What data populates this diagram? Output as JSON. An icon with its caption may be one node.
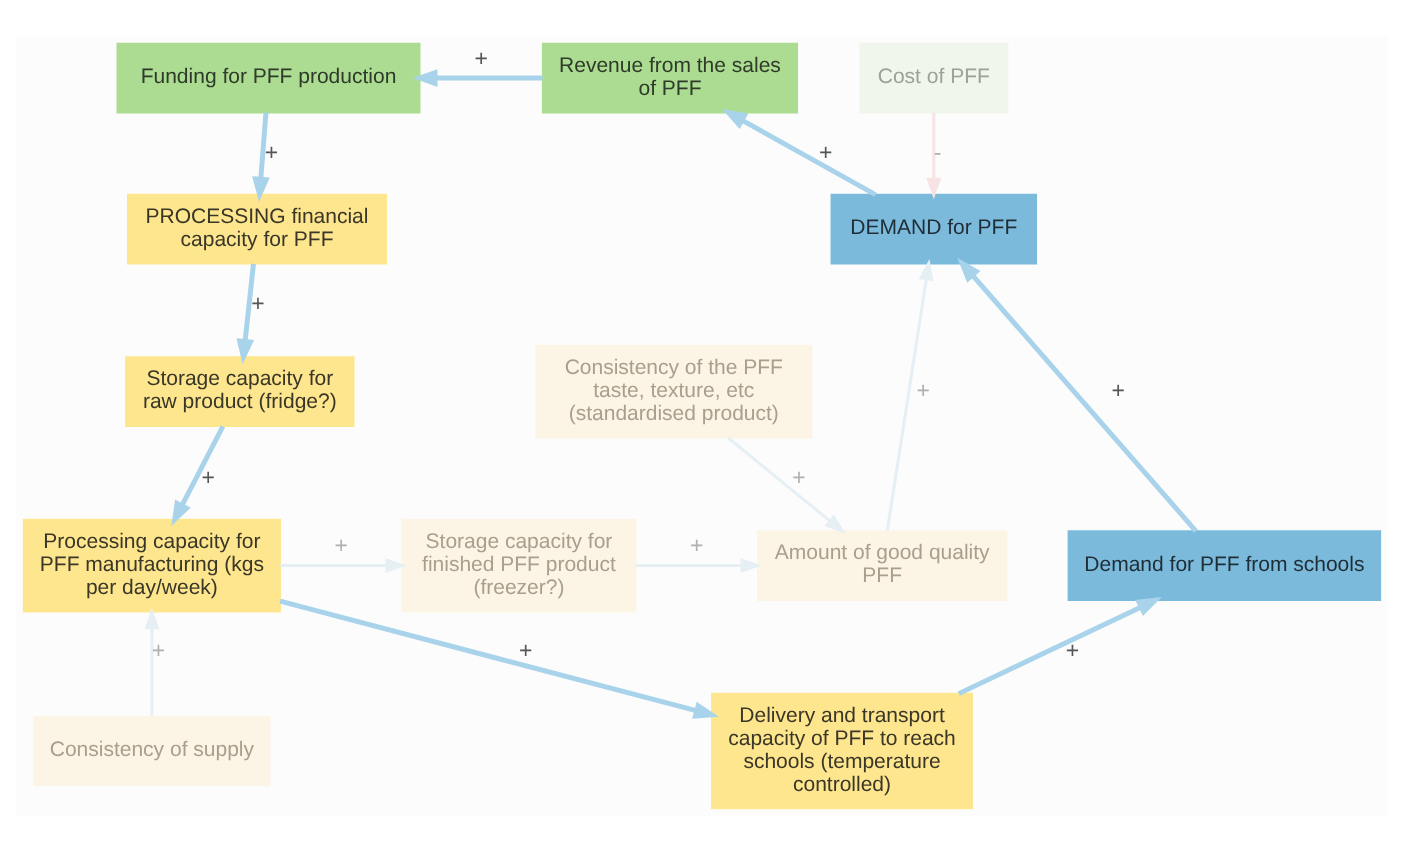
{
  "diagram": {
    "nodes": [
      {
        "text": [
          "Funding for PFF production"
        ]
      },
      {
        "text": [
          "Revenue from the sales of PFF"
        ]
      },
      {
        "text": [
          "Cost of PFF"
        ]
      },
      {
        "text": [
          "PROCESSING financial capacity for PFF"
        ]
      },
      {
        "text": [
          "DEMAND for PFF"
        ]
      },
      {
        "text": [
          "Consistency of the PFF taste, texture, etc (standardised product)"
        ]
      },
      {
        "text": [
          "Storage capacity for raw product (fridge?)"
        ]
      },
      {
        "text": [
          "Storage capacity for finished PFF product (freezer?)"
        ]
      },
      {
        "text": [
          "Demand for PFF from schools"
        ]
      },
      {
        "text": [
          "Processing capacity for PFF manufacturing (kgs per day/week)"
        ]
      },
      {
        "text": [
          "Amount of good quality PFF"
        ]
      },
      {
        "text": [
          "Delivery and transport capacity of PFF to reach schools (temperature controlled)"
        ]
      },
      {
        "text": [
          "Consistency of supply"
        ]
      }
    ],
    "edges": [
      {
        "from": 0,
        "to": 3,
        "arrow": "to",
        "label": "+"
      },
      {
        "from": 3,
        "to": 6,
        "arrow": "to",
        "label": "+"
      },
      {
        "from": 6,
        "to": 9,
        "arrow": "to",
        "label": "+"
      },
      {
        "from": 9,
        "to": 11,
        "arrow": "to",
        "label": "+"
      },
      {
        "from": 11,
        "to": 8,
        "arrow": "to",
        "label": "+"
      },
      {
        "from": 8,
        "to": 4,
        "arrow": "to",
        "label": "+"
      },
      {
        "from": 4,
        "to": 1,
        "arrow": "to",
        "label": "+"
      },
      {
        "from": 1,
        "to": 0,
        "arrow": "to",
        "label": "+"
      },
      {
        "from": 9,
        "to": 7,
        "arrow": "to",
        "label": "+",
        "color": "#e6eff4"
      },
      {
        "from": 7,
        "to": 10,
        "arrow": "to",
        "label": "+",
        "color": "#e6eff4"
      },
      {
        "from": 5,
        "to": 10,
        "arrow": "to",
        "label": "+",
        "color": "#e6eff4"
      },
      {
        "from": 10,
        "to": 4,
        "arrow": "to",
        "label": "+",
        "color": "#e6eff4"
      },
      {
        "from": 2,
        "to": 4,
        "arrow": "to",
        "label": "-",
        "color": "#f7e3e3"
      },
      {
        "from": 12,
        "to": 9,
        "arrow": "to",
        "label": "+",
        "color": "#e6eff4"
      }
    ]
  }
}
